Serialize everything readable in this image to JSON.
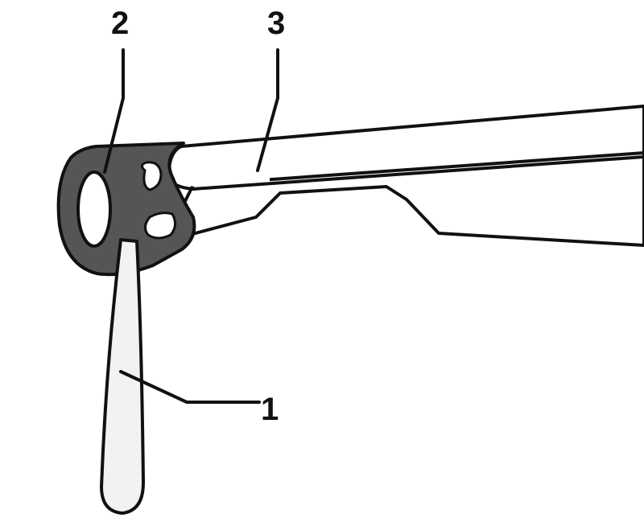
{
  "callouts": {
    "label_1": "1",
    "label_2": "2",
    "label_3": "3"
  },
  "colors": {
    "line": "#111111",
    "seal_fill": "#555555",
    "panel_fill": "#ffffff",
    "tool_fill": "#f2f2f2"
  }
}
